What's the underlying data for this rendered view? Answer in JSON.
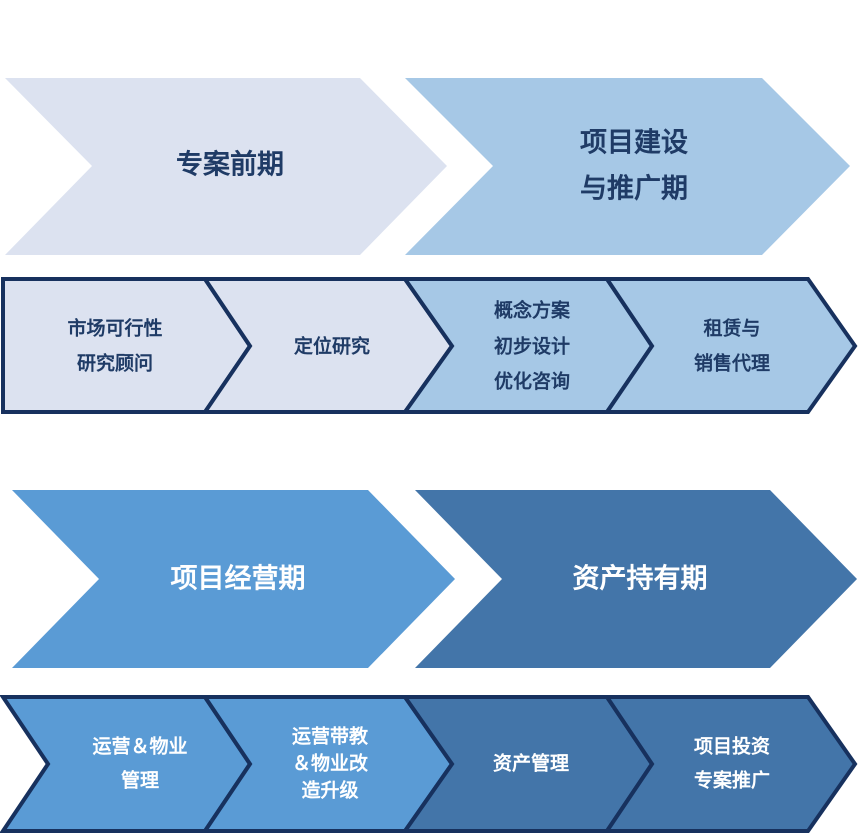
{
  "colors": {
    "pale": "#dce2f0",
    "light_blue": "#a6c8e6",
    "mid_blue": "#5a9bd5",
    "dark_blue": "#4375a9",
    "outline": "#17315e"
  },
  "stages": [
    {
      "title_lines": [
        "专案前期"
      ]
    },
    {
      "title_lines": [
        "项目建设",
        "与推广期"
      ]
    },
    {
      "title_lines": [
        "项目经营期"
      ]
    },
    {
      "title_lines": [
        "资产持有期"
      ]
    }
  ],
  "services_row1": [
    {
      "lines": [
        "市场可行性",
        "研究顾问"
      ]
    },
    {
      "lines": [
        "定位研究"
      ]
    },
    {
      "lines": [
        "概念方案",
        "初步设计",
        "优化咨询"
      ]
    },
    {
      "lines": [
        "租赁与",
        "销售代理"
      ]
    }
  ],
  "services_row2": [
    {
      "lines": [
        "运营＆物业",
        "管理"
      ]
    },
    {
      "lines": [
        "运营带教",
        "＆物业改",
        "造升级"
      ]
    },
    {
      "lines": [
        "资产管理"
      ]
    },
    {
      "lines": [
        "项目投资",
        "专案推广"
      ]
    }
  ]
}
